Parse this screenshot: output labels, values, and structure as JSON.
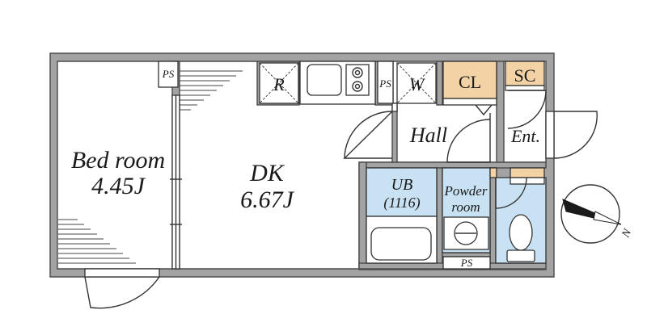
{
  "rooms": {
    "bedroom": {
      "name": "Bed room",
      "size": "4.45J"
    },
    "dk": {
      "name": "DK",
      "size": "6.67J"
    },
    "hall": "Hall",
    "ent": "Ent.",
    "ub": {
      "name": "UB",
      "size": "(1116)"
    },
    "powder": {
      "line1": "Powder",
      "line2": "room"
    }
  },
  "fixtures": {
    "cl": "CL",
    "sc": "SC",
    "r": "R",
    "w": "W",
    "ps": "PS"
  },
  "compass": {
    "north": "N"
  },
  "colors": {
    "wall": "#a3a3a3",
    "wet_area": "#c9e2f3",
    "storage": "#f3d2a6"
  }
}
